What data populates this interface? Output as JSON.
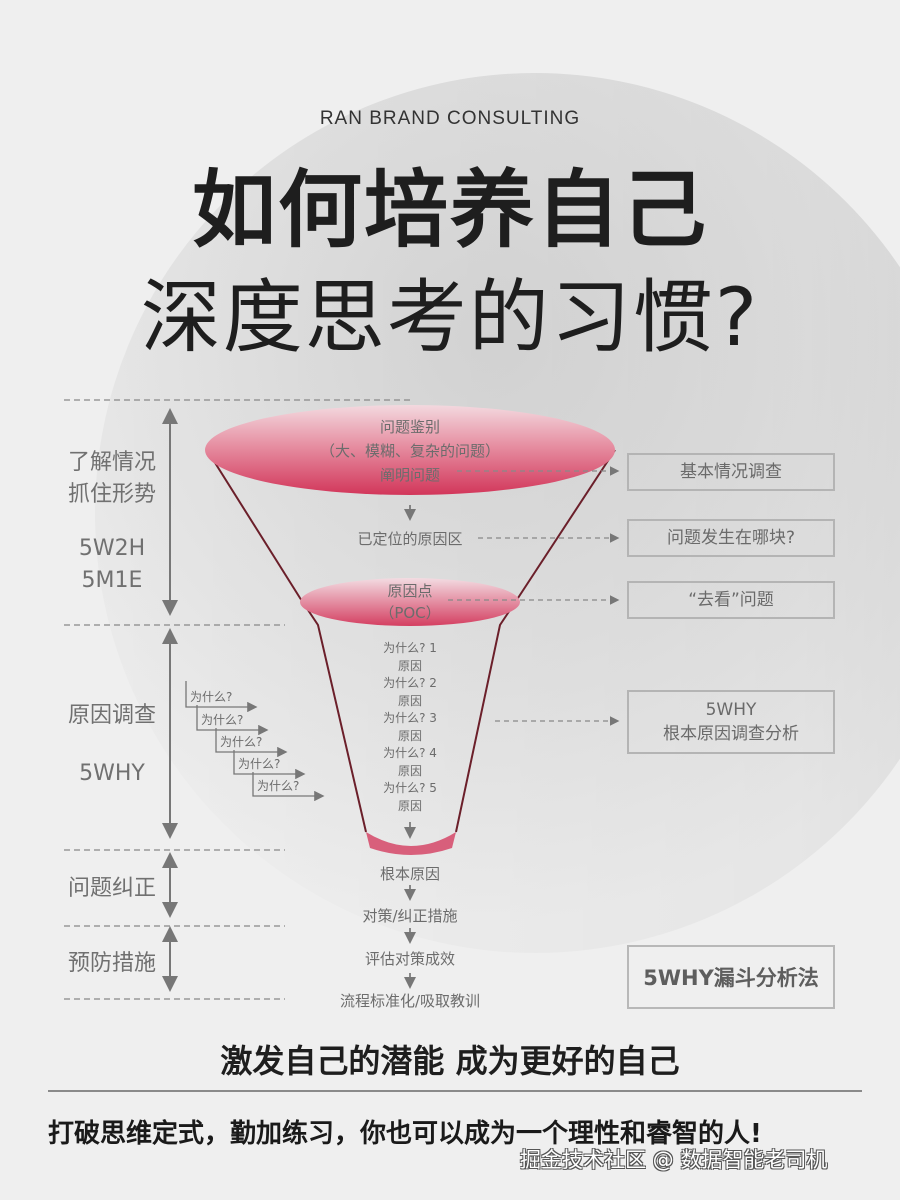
{
  "header": {
    "brand": "RAN BRAND CONSULTING",
    "title_line1": "如何培养自己",
    "title_line2": "深度思考的习惯?"
  },
  "stages": [
    {
      "label_lines": [
        "了解情况",
        "抓住形势"
      ],
      "method_lines": [
        "5W2H",
        "5M1E"
      ]
    },
    {
      "label_lines": [
        "原因调查"
      ],
      "method_lines": [
        "5WHY"
      ]
    },
    {
      "label_lines": [
        "问题纠正"
      ]
    },
    {
      "label_lines": [
        "预防措施"
      ]
    }
  ],
  "why_ladder": [
    "为什么?",
    "为什么?",
    "为什么?",
    "为什么?",
    "为什么?"
  ],
  "funnel": {
    "top_ellipse": [
      "问题鉴别",
      "（大、模糊、复杂的问题）",
      "阐明问题"
    ],
    "located_area": "已定位的原因区",
    "poc_ellipse": [
      "原因点",
      "（POC）"
    ],
    "why_chain": [
      "为什么? 1",
      "原因",
      "为什么? 2",
      "原因",
      "为什么? 3",
      "原因",
      "为什么? 4",
      "原因",
      "为什么? 5",
      "原因"
    ],
    "root_cause": "根本原因",
    "after_steps": [
      "对策/纠正措施",
      "评估对策成效",
      "流程标准化/吸取教训"
    ]
  },
  "side_boxes": [
    {
      "lines": [
        "基本情况调查"
      ]
    },
    {
      "lines": [
        "问题发生在哪块?"
      ]
    },
    {
      "lines": [
        "“去看”问题"
      ]
    },
    {
      "lines": [
        "5WHY",
        "根本原因调查分析"
      ]
    }
  ],
  "method_title": "5WHY漏斗分析法",
  "footer": {
    "slogan": "激发自己的潜能 成为更好的自己",
    "subline": "打破思维定式，勤加练习，你也可以成为一个理性和睿智的人!",
    "watermark": "掘金技术社区 @ 数据智能老司机"
  },
  "colors": {
    "funnel_red": "#d23a5a",
    "funnel_line": "#6b1f2a",
    "text_gray": "#6c6c6c",
    "title_black": "#1e1e1e"
  }
}
